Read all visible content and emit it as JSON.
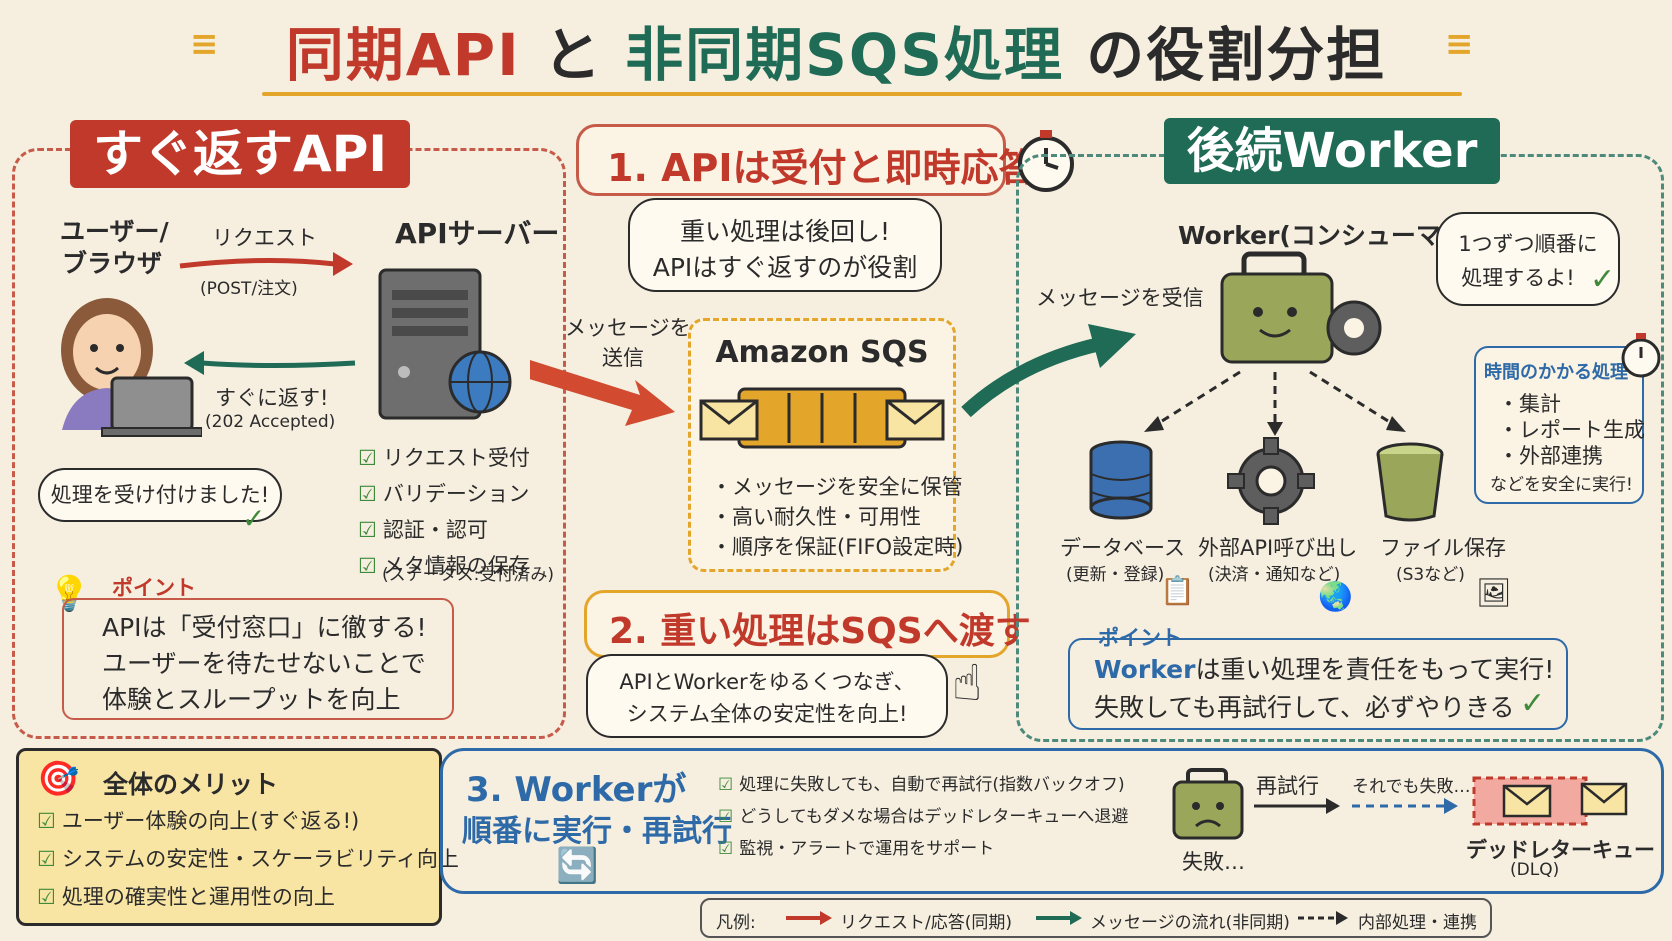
{
  "title": {
    "part1": "同期API",
    "part2": "と",
    "part3": "非同期SQS処理",
    "part4": "の役割分担"
  },
  "left": {
    "banner": "すぐ返すAPI",
    "user_label_1": "ユーザー/",
    "user_label_2": "ブラウザ",
    "request_label": "リクエスト",
    "request_sub": "(POST/注文)",
    "response_label": "すぐに返す!",
    "response_sub": "(202 Accepted)",
    "server_label": "APIサーバー",
    "bubble": "処理を受け付けました!",
    "checks": [
      "リクエスト受付",
      "バリデーション",
      "認証・認可",
      "メタ情報の保存"
    ],
    "checks_sub": "(ステータス:受付済み)",
    "point_title": "ポイント",
    "point_lines": [
      "APIは「受付窓口」に徹する!",
      "ユーザーを待たせないことで",
      "体験とスループットを向上"
    ]
  },
  "center": {
    "step1": "1. APIは受付と即時応答",
    "bubble_lines": [
      "重い処理は後回し!",
      "APIはすぐ返すのが役割"
    ],
    "send_label_1": "メッセージを",
    "send_label_2": "送信",
    "sqs_title": "Amazon SQS",
    "sqs_points": [
      "メッセージを安全に保管",
      "高い耐久性・可用性",
      "順序を保証(FIFO設定時)"
    ],
    "step2": "2. 重い処理はSQSへ渡す",
    "step2_lines": [
      "APIとWorkerをゆるくつなぎ、",
      "システム全体の安定性を向上!"
    ]
  },
  "right": {
    "banner": "後続Worker",
    "receive_label": "メッセージを受信",
    "worker_label": "Worker(コンシューマー)",
    "bubble_lines": [
      "1つずつ順番に",
      "処理するよ!"
    ],
    "time_title": "時間のかかる処理",
    "time_items": [
      "・集計",
      "・レポート生成",
      "・外部連携"
    ],
    "time_footer": "などを安全に実行!",
    "targets": [
      {
        "label": "データベース",
        "sub": "(更新・登録)"
      },
      {
        "label": "外部API呼び出し",
        "sub": "(決済・通知など)"
      },
      {
        "label": "ファイル保存",
        "sub": "(S3など)"
      }
    ],
    "point_title": "ポイント",
    "point_line1_hl": "Worker",
    "point_line1_rest": "は重い処理を責任をもって実行!",
    "point_line2": "失敗しても再試行して、必ずやりきる"
  },
  "merits": {
    "title": "全体のメリット",
    "items": [
      "ユーザー体験の向上(すぐ返る!)",
      "システムの安定性・スケーラビリティ向上",
      "処理の確実性と運用性の向上"
    ]
  },
  "step3": {
    "title_1": "3. Workerが",
    "title_2": "順番に実行・再試行",
    "items": [
      "処理に失敗しても、自動で再試行(指数バックオフ)",
      "どうしてもダメな場合はデッドレターキューへ退避",
      "監視・アラートで運用をサポート"
    ],
    "fail_label": "失敗…",
    "retry_label": "再試行",
    "still_fail_label": "それでも失敗…",
    "dlq_label": "デッドレターキュー",
    "dlq_sub": "(DLQ)"
  },
  "legend": {
    "title": "凡例:",
    "items": [
      "リクエスト/応答(同期)",
      "メッセージの流れ(非同期)",
      "内部処理・連携"
    ]
  },
  "colors": {
    "red": "#c0392b",
    "green": "#1f6b55",
    "blue": "#2e6aa8",
    "yellow": "#e3a62a",
    "check": "#3f8a3a"
  }
}
